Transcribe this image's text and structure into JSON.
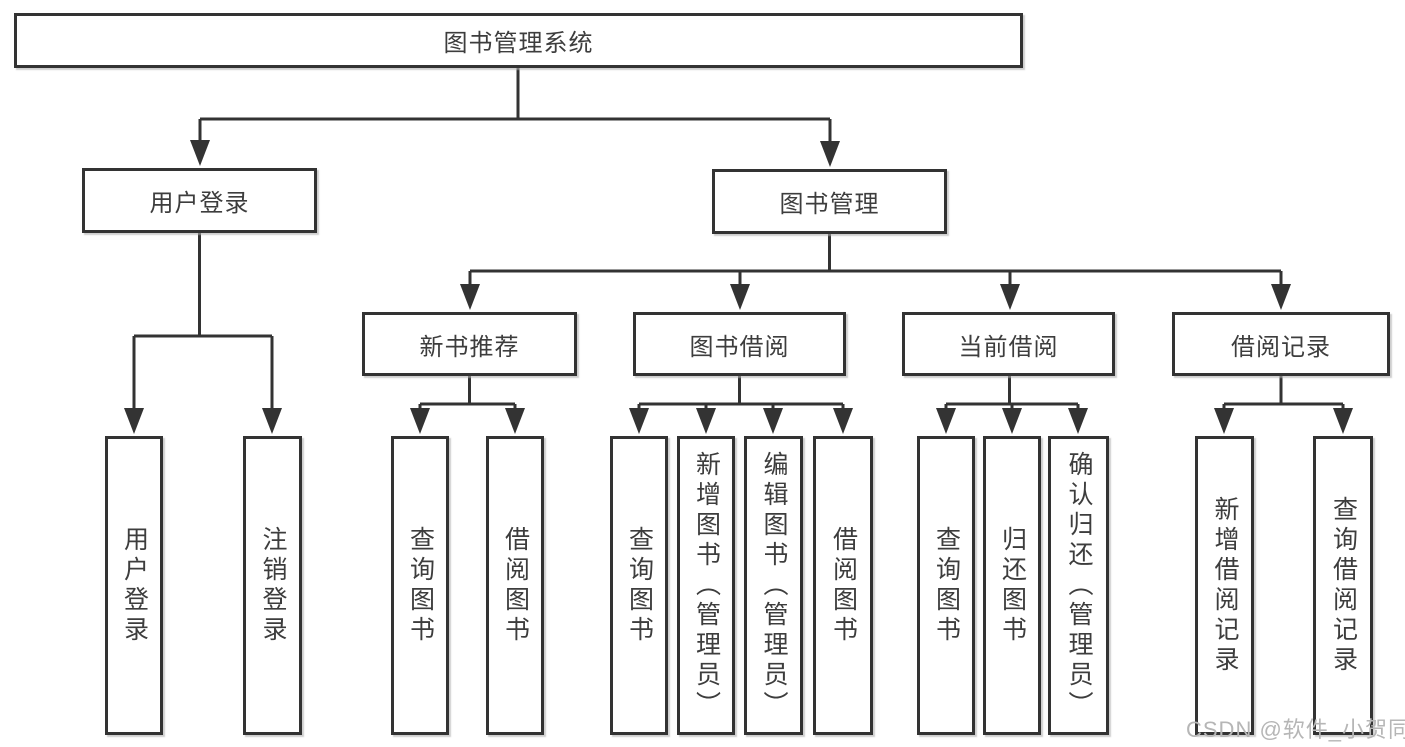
{
  "diagram": {
    "root": {
      "label": "图书管理系统"
    },
    "level1": [
      {
        "label": "用户登录"
      },
      {
        "label": "图书管理"
      }
    ],
    "level2": [
      {
        "label": "新书推荐"
      },
      {
        "label": "图书借阅"
      },
      {
        "label": "当前借阅"
      },
      {
        "label": "借阅记录"
      }
    ],
    "leaves": {
      "user_login": [
        {
          "label": "用户登录"
        },
        {
          "label": "注销登录"
        }
      ],
      "new_books": [
        {
          "label": "查询图书"
        },
        {
          "label": "借阅图书"
        }
      ],
      "book_borrow": [
        {
          "label": "查询图书"
        },
        {
          "label": "新增图书（管理员）"
        },
        {
          "label": "编辑图书（管理员）"
        },
        {
          "label": "借阅图书"
        }
      ],
      "current_borrow": [
        {
          "label": "查询图书"
        },
        {
          "label": "归还图书"
        },
        {
          "label": "确认归还（管理员）"
        }
      ],
      "borrow_records": [
        {
          "label": "新增借阅记录"
        },
        {
          "label": "查询借阅记录"
        }
      ]
    },
    "watermark": "CSDN @软件_小贺同学",
    "colors": {
      "line": "#333333",
      "text": "#3d3d3d",
      "watermark": "#b6b6b6",
      "bg": "#ffffff"
    }
  }
}
